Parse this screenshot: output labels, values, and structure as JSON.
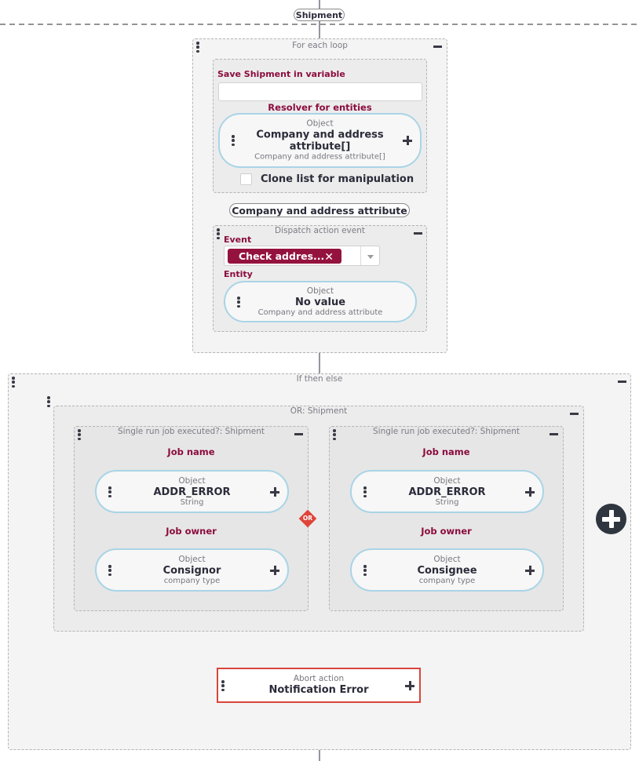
{
  "shipment_label": "Shipment",
  "for_each": {
    "title": "For each loop",
    "save_label": "Save Shipment in variable",
    "save_value": "",
    "resolver_label": "Resolver for entities",
    "object": {
      "kind": "Object",
      "name": "Company and address attribute[]",
      "type": "Company and address attribute[]"
    },
    "clone_label": "Clone list for manipulation",
    "item_label": "Company and address attribute",
    "dispatch": {
      "title": "Dispatch action event",
      "event_label": "Event",
      "event_value": "Check addres...",
      "entity_label": "Entity",
      "object": {
        "kind": "Object",
        "name": "No value",
        "type": "Company and address attribute"
      }
    }
  },
  "if_then_else": {
    "title": "If then else",
    "or_block": {
      "title": "OR: Shipment",
      "operator": "OR",
      "left": {
        "title": "Single run job executed?: Shipment",
        "job_name_label": "Job name",
        "job_name": {
          "kind": "Object",
          "name": "ADDR_ERROR",
          "type": "String"
        },
        "job_owner_label": "Job owner",
        "job_owner": {
          "kind": "Object",
          "name": "Consignor",
          "type": "company type"
        }
      },
      "right": {
        "title": "Single run job executed?: Shipment",
        "job_name_label": "Job name",
        "job_name": {
          "kind": "Object",
          "name": "ADDR_ERROR",
          "type": "String"
        },
        "job_owner_label": "Job owner",
        "job_owner": {
          "kind": "Object",
          "name": "Consignee",
          "type": "company type"
        }
      }
    },
    "abort": {
      "kind": "Abort action",
      "name": "Notification Error"
    }
  }
}
